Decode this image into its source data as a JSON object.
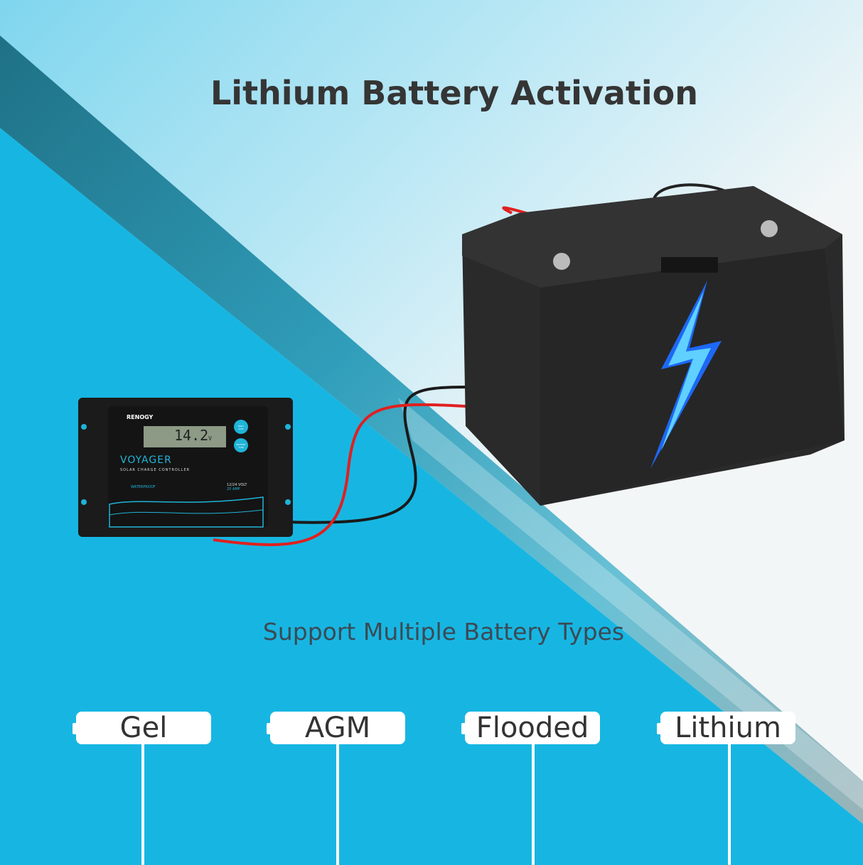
{
  "title": "Lithium Battery Activation",
  "subtitle": "Support Multiple Battery Types",
  "battery_types": [
    {
      "label": "Gel"
    },
    {
      "label": "AGM"
    },
    {
      "label": "Flooded"
    },
    {
      "label": "Lithium"
    }
  ],
  "controller": {
    "brand": "RENOGY",
    "display_value": "14.2",
    "display_unit": "V",
    "model": "VOYAGER",
    "description": "SOLAR CHARGE CONTROLLER",
    "waterproof": "WATERPROOF",
    "voltage": "12/24 VOLT",
    "amperage": "20 AMP",
    "button_1": "BODY VOLT",
    "button_2": "BATTERY TYPE"
  },
  "colors": {
    "background": "#16b6e2",
    "accent": "#1fb4d8",
    "bolt": "#1e6cff"
  }
}
